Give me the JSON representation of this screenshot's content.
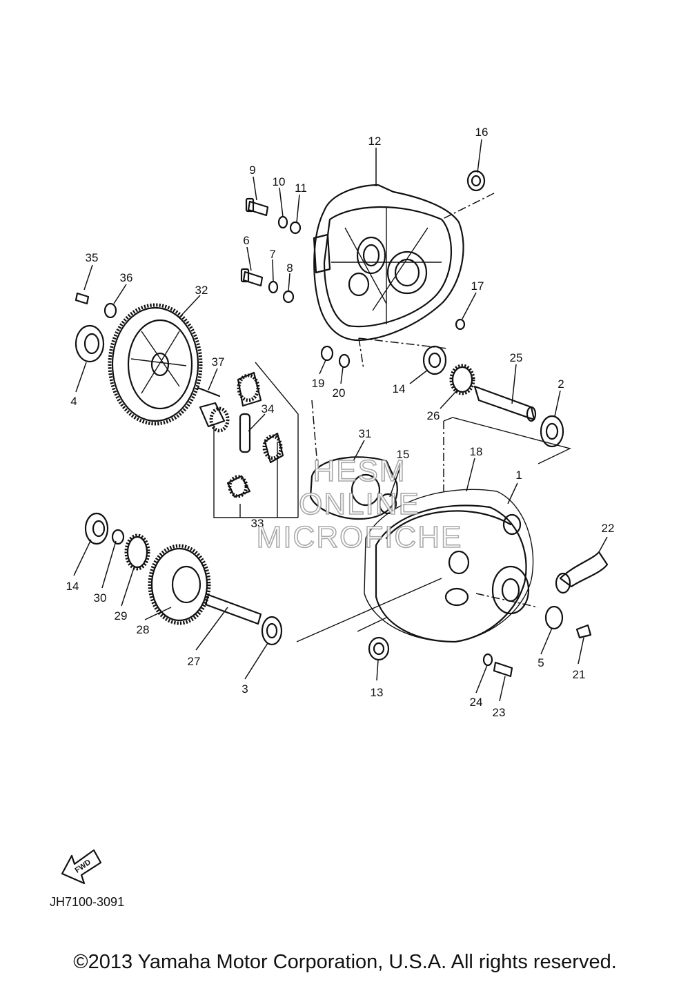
{
  "diagram": {
    "callouts": [
      {
        "id": "1",
        "label": "1"
      },
      {
        "id": "2",
        "label": "2"
      },
      {
        "id": "3",
        "label": "3"
      },
      {
        "id": "4",
        "label": "4"
      },
      {
        "id": "5",
        "label": "5"
      },
      {
        "id": "6",
        "label": "6"
      },
      {
        "id": "7",
        "label": "7"
      },
      {
        "id": "8",
        "label": "8"
      },
      {
        "id": "9",
        "label": "9"
      },
      {
        "id": "10",
        "label": "10"
      },
      {
        "id": "11",
        "label": "11"
      },
      {
        "id": "12",
        "label": "12"
      },
      {
        "id": "13",
        "label": "13"
      },
      {
        "id": "14a",
        "label": "14"
      },
      {
        "id": "14b",
        "label": "14"
      },
      {
        "id": "15",
        "label": "15"
      },
      {
        "id": "16",
        "label": "16"
      },
      {
        "id": "17",
        "label": "17"
      },
      {
        "id": "18",
        "label": "18"
      },
      {
        "id": "19",
        "label": "19"
      },
      {
        "id": "20",
        "label": "20"
      },
      {
        "id": "21",
        "label": "21"
      },
      {
        "id": "22",
        "label": "22"
      },
      {
        "id": "23",
        "label": "23"
      },
      {
        "id": "24",
        "label": "24"
      },
      {
        "id": "25",
        "label": "25"
      },
      {
        "id": "26",
        "label": "26"
      },
      {
        "id": "27",
        "label": "27"
      },
      {
        "id": "28",
        "label": "28"
      },
      {
        "id": "29",
        "label": "29"
      },
      {
        "id": "30",
        "label": "30"
      },
      {
        "id": "31",
        "label": "31"
      },
      {
        "id": "32",
        "label": "32"
      },
      {
        "id": "33",
        "label": "33"
      },
      {
        "id": "34",
        "label": "34"
      },
      {
        "id": "35",
        "label": "35"
      },
      {
        "id": "36",
        "label": "36"
      },
      {
        "id": "37",
        "label": "37"
      }
    ],
    "watermark": [
      "HESM",
      "ONLINE",
      "MICROFICHE"
    ],
    "fwd_label": "FWD",
    "drawing_code": "JH7100-3091"
  },
  "footer": {
    "copyright": "©2013 Yamaha Motor Corporation, U.S.A. All rights reserved."
  }
}
